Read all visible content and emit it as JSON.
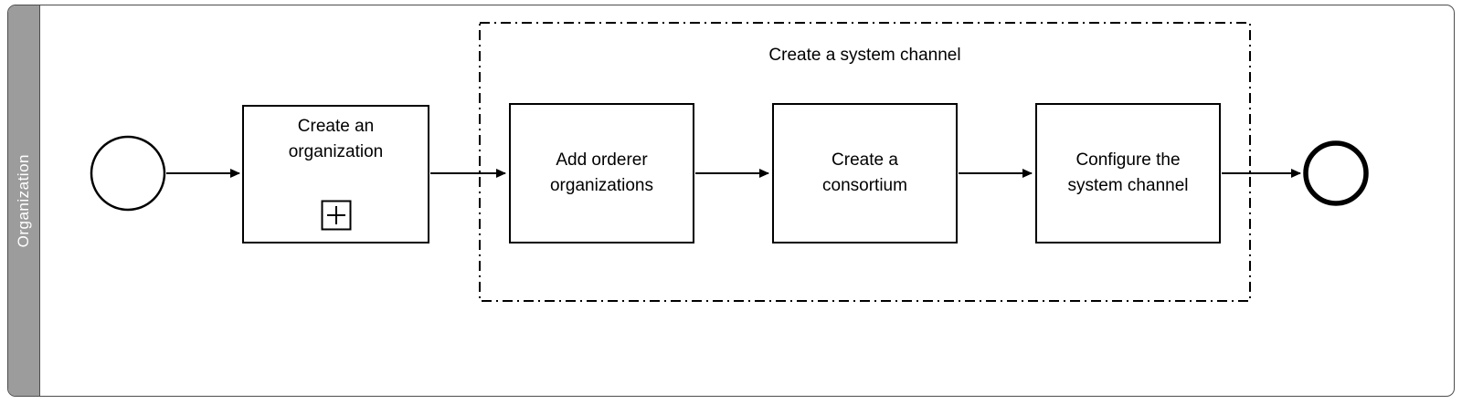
{
  "diagram": {
    "lane": {
      "label": "Organization"
    },
    "group": {
      "label": "Create a system channel"
    },
    "tasks": [
      {
        "label": "Create an\norganization",
        "marker_icon": "plus-subprocess-marker"
      },
      {
        "label": "Add orderer\norganizations"
      },
      {
        "label": "Create a\nconsortium"
      },
      {
        "label": "Configure the\nsystem channel"
      }
    ],
    "events": [
      {
        "name": "start-event",
        "shape": "thin-circle"
      },
      {
        "name": "end-event",
        "shape": "thick-circle"
      }
    ],
    "colors": {
      "stroke": "#000000",
      "lane_header_fill": "#9c9c9c",
      "background": "#ffffff"
    }
  }
}
